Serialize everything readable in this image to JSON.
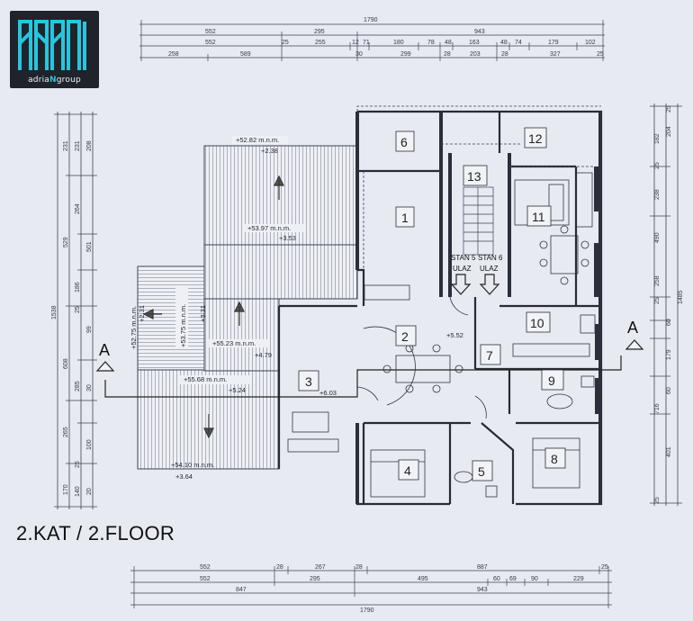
{
  "logo": {
    "brand_prefix": "adria",
    "brand_mark": "N",
    "brand_suffix": "group"
  },
  "floor_label": "2.KAT / 2.FLOOR",
  "top_dimensions": {
    "total": "1790",
    "row1": [
      "552",
      "295",
      "943"
    ],
    "row2": [
      "552",
      "25",
      "255",
      "12",
      "71",
      "180",
      "78",
      "48",
      "163",
      "48",
      "74",
      "179",
      "102"
    ],
    "row3": [
      "258",
      "589",
      "30",
      "299",
      "28",
      "203",
      "28",
      "327",
      "25"
    ]
  },
  "bottom_dimensions": {
    "row1": [
      "552",
      "28",
      "267",
      "28",
      "887",
      "25"
    ],
    "row2": [
      "552",
      "295",
      "495",
      "60",
      "69",
      "90",
      "229"
    ],
    "row3": [
      "847",
      "943"
    ],
    "total": "1790"
  },
  "left_dimensions": {
    "col1": [
      "1538"
    ],
    "col2": [
      "231",
      "529",
      "608",
      "265",
      "170"
    ],
    "col3": [
      "231",
      "264",
      "186",
      "25",
      "285",
      "25",
      "140"
    ],
    "col4": [
      "208",
      "501",
      "99",
      "30",
      "100",
      "20"
    ]
  },
  "right_dimensions": {
    "col1": [
      "182",
      "238",
      "490",
      "258",
      "179",
      "716",
      "401"
    ],
    "col2": [
      "204",
      "25",
      "25",
      "60",
      "60",
      "25",
      "25"
    ],
    "col3": [
      "1485"
    ]
  },
  "rooms": [
    "1",
    "2",
    "3",
    "4",
    "5",
    "6",
    "7",
    "8",
    "9",
    "10",
    "11",
    "12",
    "13"
  ],
  "levels": [
    {
      "mnm": "+52.82 m.n.m.",
      "rel": "+2.38"
    },
    {
      "mnm": "+53.97 m.n.m.",
      "rel": "+3.53"
    },
    {
      "mnm": "+52.75 m.n.m.",
      "rel": "+2.31"
    },
    {
      "mnm": "+53.75 m.n.m.",
      "rel": "+3.31"
    },
    {
      "mnm": "+55.23 m.n.m.",
      "rel": "+4.79"
    },
    {
      "mnm": "+55.68 m.n.m.",
      "rel": "+5.24"
    },
    {
      "mnm": "+54.10 m.n.m.",
      "rel": "+3.64"
    },
    {
      "rel": "+6.03"
    },
    {
      "rel": "+5.52"
    }
  ],
  "entrances": [
    {
      "unit": "STAN 5",
      "label": "ULAZ"
    },
    {
      "unit": "STAN 6",
      "label": "ULAZ"
    }
  ],
  "section_marks": [
    "A",
    "A"
  ]
}
